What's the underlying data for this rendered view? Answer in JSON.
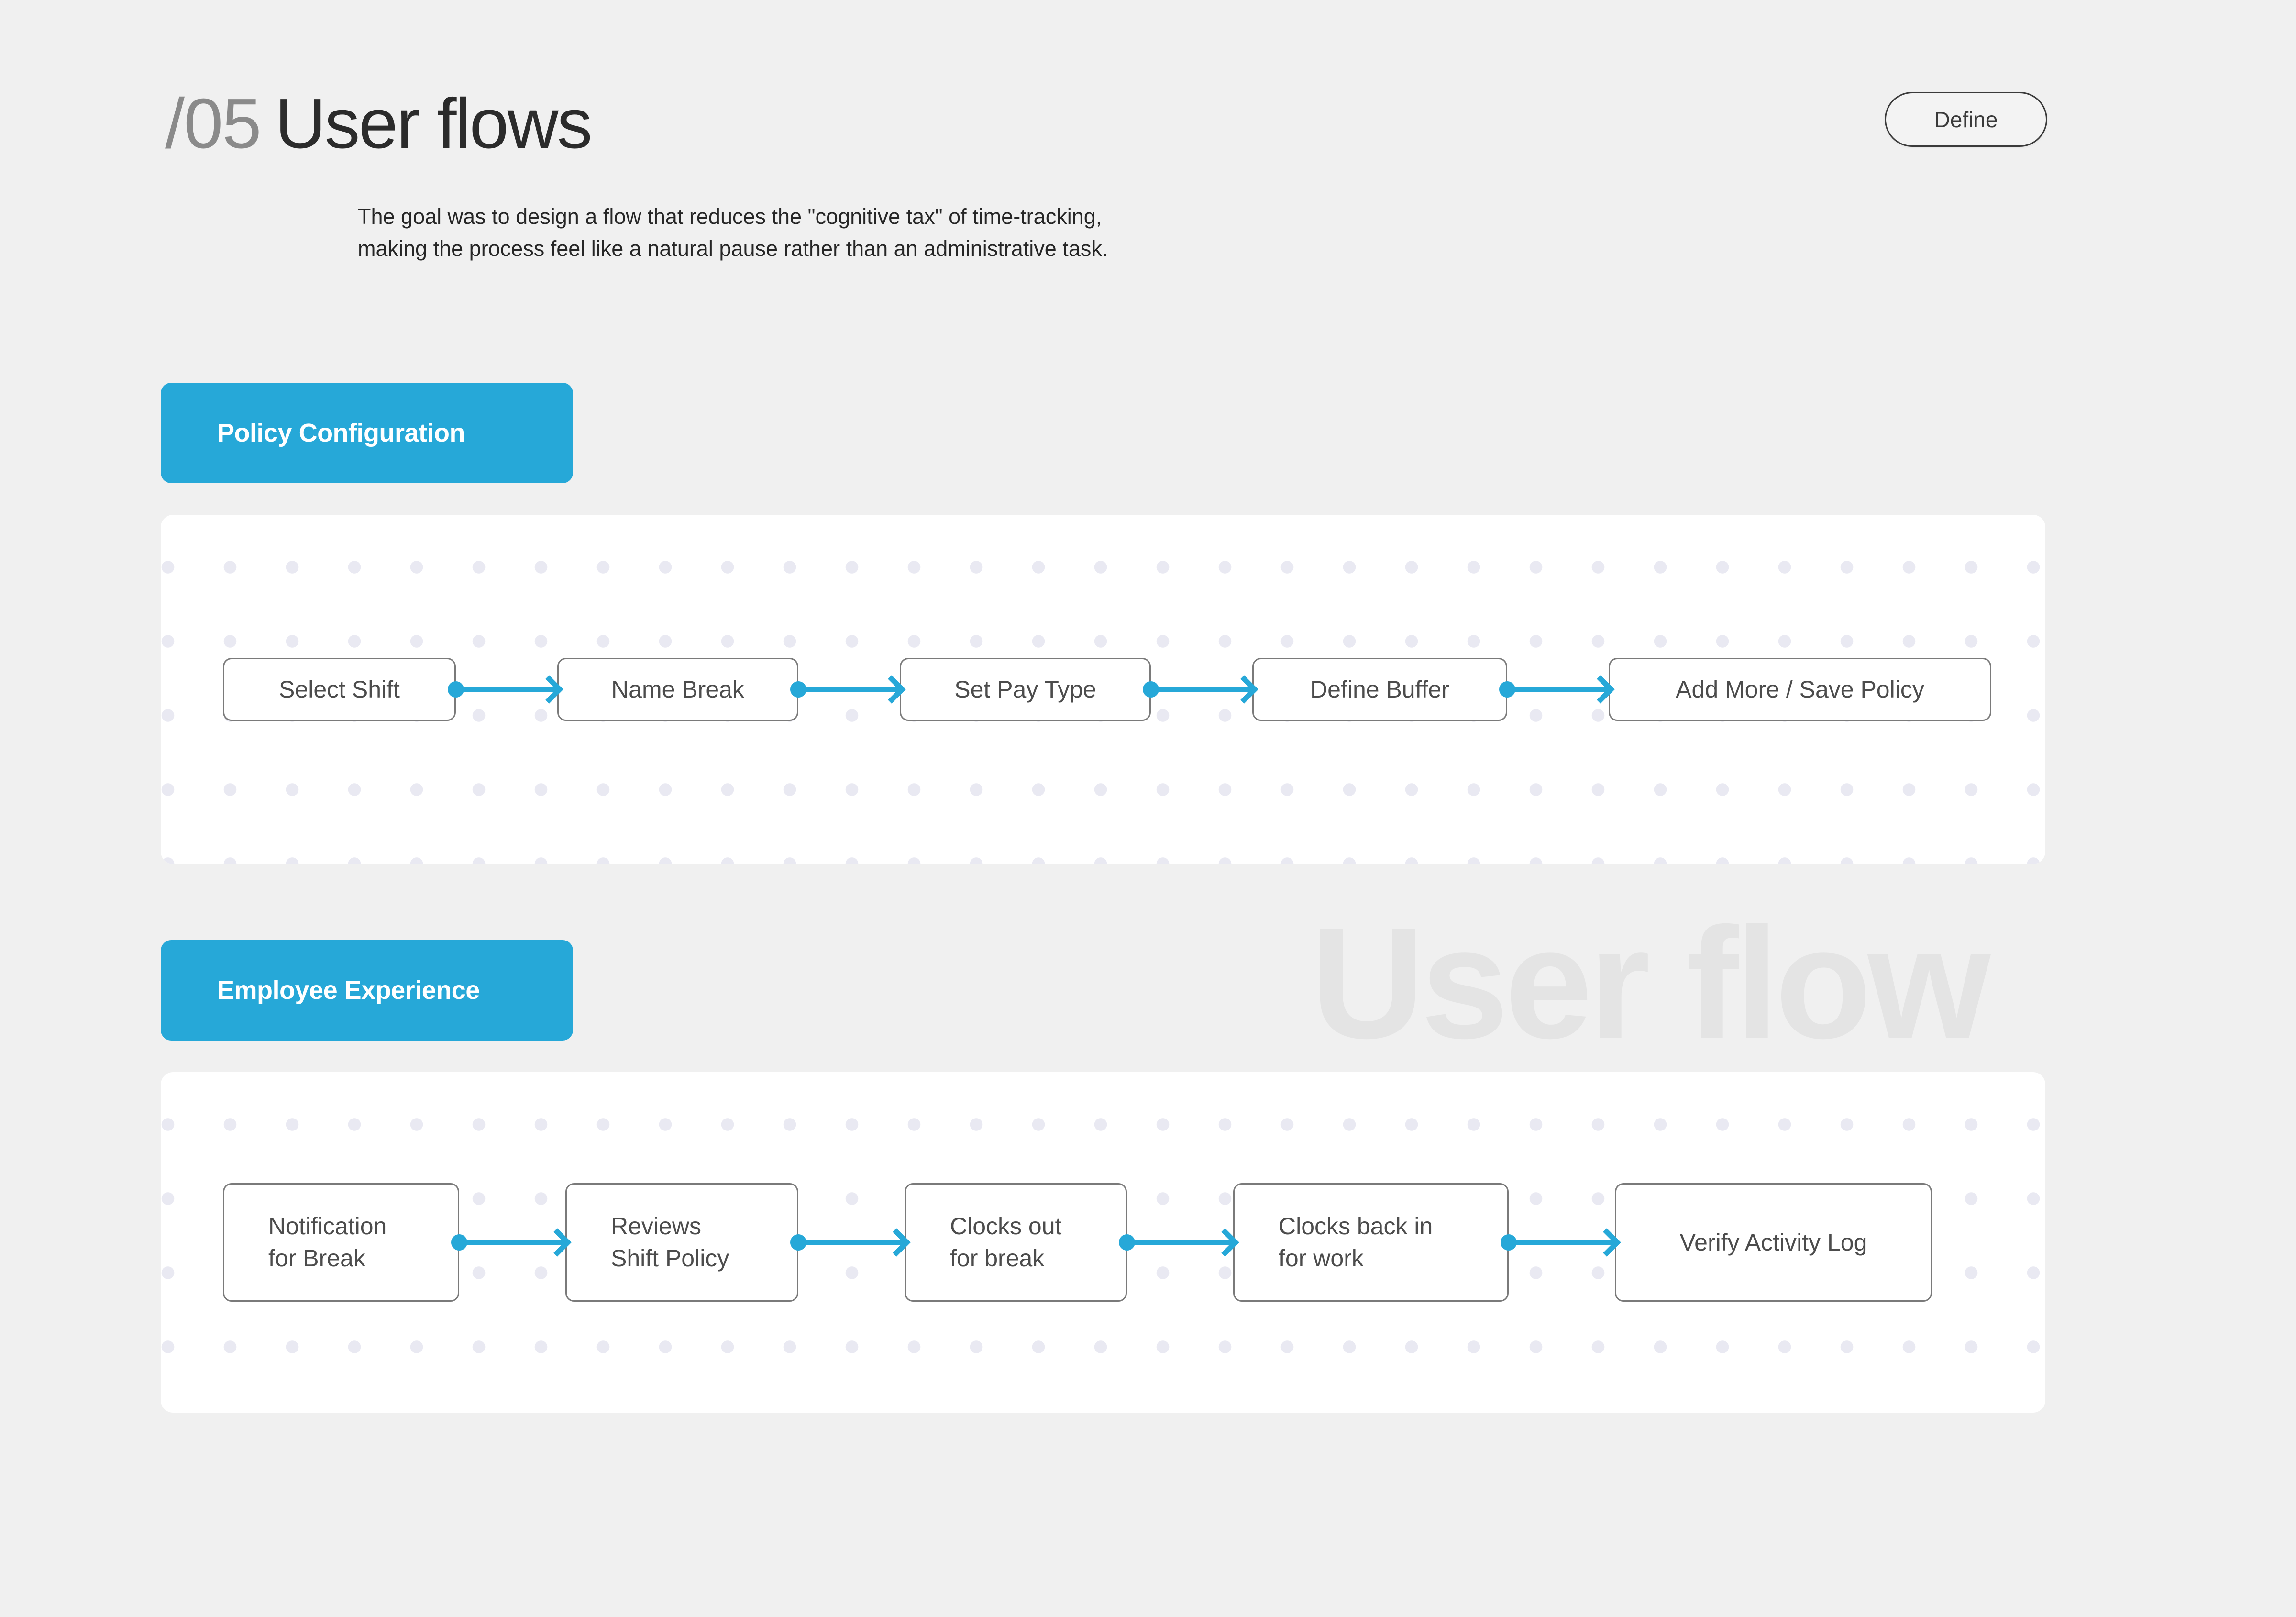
{
  "header": {
    "section_number": "/05",
    "title": "User flows",
    "subtitle": "The goal was to design a flow that reduces the \"cognitive tax\" of time-tracking,\nmaking the process feel like a natural pause rather than an administrative task.",
    "phase_badge": "Define"
  },
  "watermark": "User flow",
  "colors": {
    "accent": "#26A8D8",
    "page_background": "#f0f0f0",
    "canvas_background": "#ffffff",
    "node_border": "#7a7a7a",
    "node_text": "#4c4c4c",
    "dot_grid": "#e9e9f2",
    "watermark": "#e4e4e4",
    "title_number": "#8a8a8a",
    "title_main": "#2b2b2b"
  },
  "sections": [
    {
      "tag": "Policy Configuration",
      "nodes": [
        {
          "label": "Select Shift"
        },
        {
          "label": "Name Break"
        },
        {
          "label": "Set Pay Type"
        },
        {
          "label": "Define Buffer"
        },
        {
          "label": "Add More / Save Policy"
        }
      ]
    },
    {
      "tag": "Employee Experience",
      "nodes": [
        {
          "label": "Notification\nfor Break"
        },
        {
          "label": "Reviews\nShift Policy"
        },
        {
          "label": "Clocks out\nfor break"
        },
        {
          "label": "Clocks back in\nfor work"
        },
        {
          "label": "Verify Activity Log"
        }
      ]
    }
  ]
}
